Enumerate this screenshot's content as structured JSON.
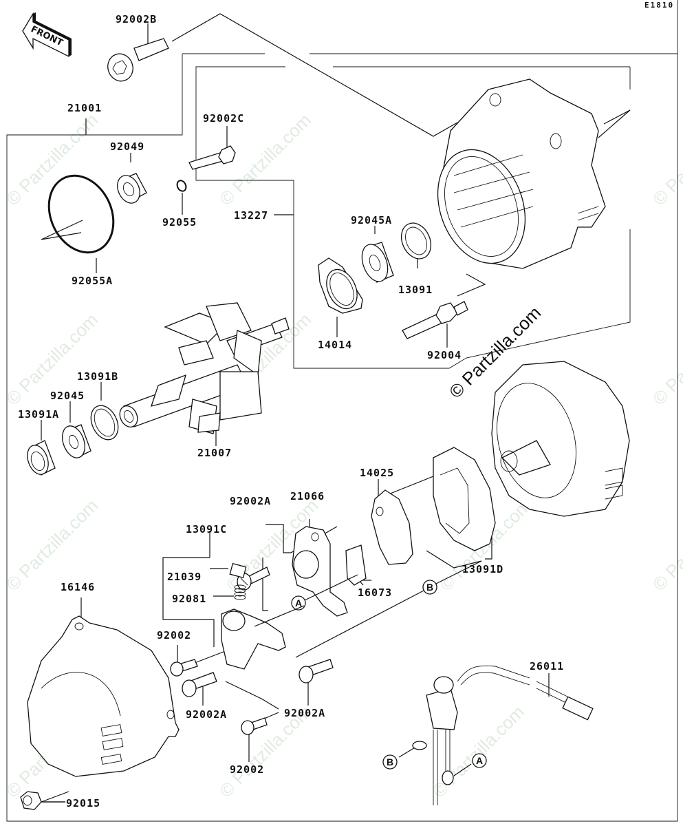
{
  "diagram": {
    "code": "E1810",
    "front_label": "FRONT",
    "watermark": "© Partzilla.com",
    "callouts": {
      "a": "A",
      "b": "B"
    },
    "parts": {
      "p92002B": "92002B",
      "p21001": "21001",
      "p92002C": "92002C",
      "p92049": "92049",
      "p92055": "92055",
      "p92055A": "92055A",
      "p13227": "13227",
      "p92045A": "92045A",
      "p13091": "13091",
      "p14014": "14014",
      "p92004": "92004",
      "p13091B": "13091B",
      "p92045": "92045",
      "p13091A": "13091A",
      "p21007": "21007",
      "p14025": "14025",
      "p21066": "21066",
      "p92002A_top": "92002A",
      "p13091C": "13091C",
      "p21039": "21039",
      "p92081": "92081",
      "p16073": "16073",
      "p13091D": "13091D",
      "p16146": "16146",
      "p92002_left": "92002",
      "p92002A_left": "92002A",
      "p92002A_right": "92002A",
      "p92002_bottom": "92002",
      "p92015": "92015",
      "p26011": "26011"
    }
  }
}
